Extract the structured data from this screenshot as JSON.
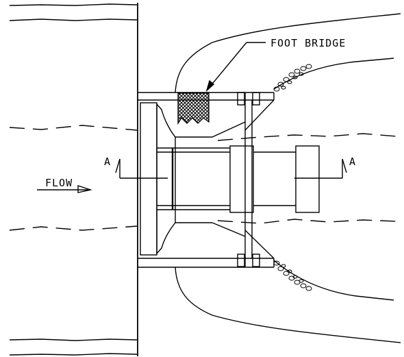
{
  "labels": {
    "bridge": "FOOT BRIDGE",
    "flow": "FLOW",
    "section_left": "A",
    "section_right": "A"
  },
  "colors": {
    "ink": "#000000",
    "background": "#ffffff"
  }
}
